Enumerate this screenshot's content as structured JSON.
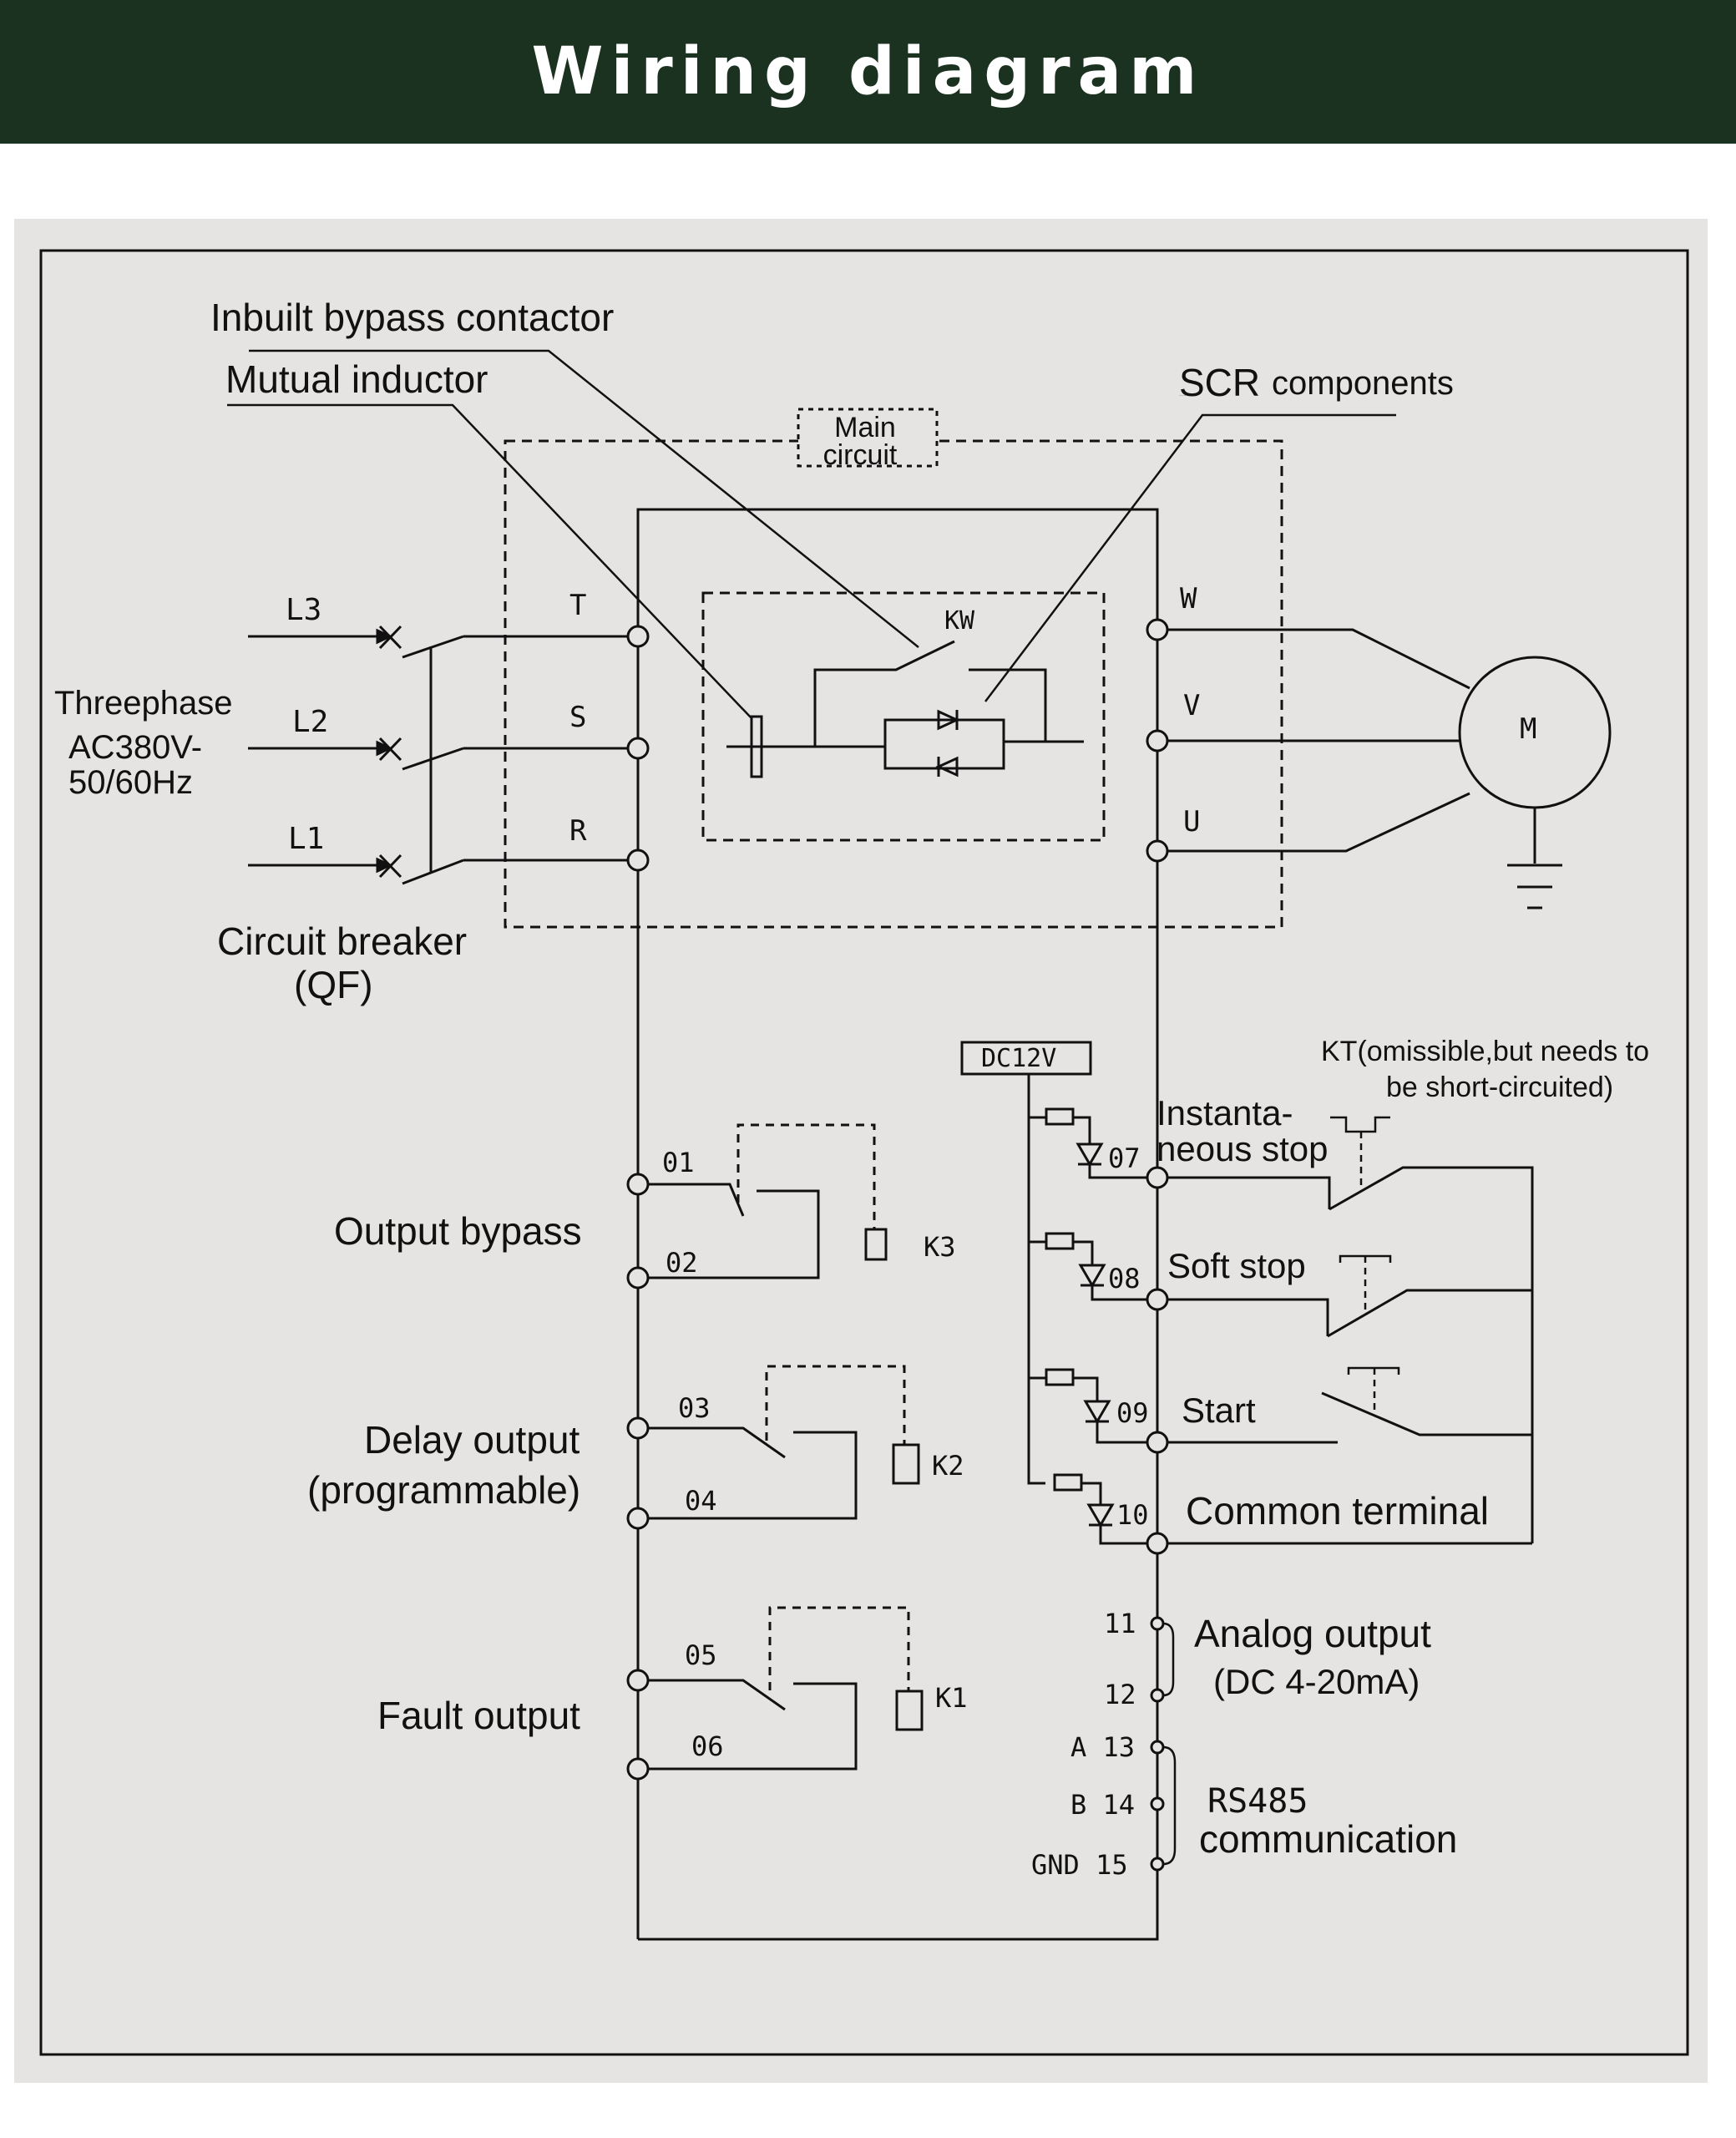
{
  "header": {
    "title": "Wiring diagram"
  },
  "colors": {
    "header_bg": "#1b3220",
    "panel_bg": "#e6e4e2",
    "line": "#111111"
  },
  "labels": {
    "inbuilt_bypass_contactor": "Inbuilt bypass contactor",
    "mutual_inductor": "Mutual inductor",
    "scr_components": "SCR components",
    "main_circuit_1": "Main",
    "main_circuit_2": "circuit",
    "kw": "KW",
    "threephase_1": "Threephase",
    "threephase_2": "AC380V-",
    "threephase_3": "50/60Hz",
    "l3": "L3",
    "l2": "L2",
    "l1": "L1",
    "t": "T",
    "s": "S",
    "r": "R",
    "w": "W",
    "v": "V",
    "u": "U",
    "motor": "M",
    "breaker_1": "Circuit breaker",
    "breaker_2": "(QF)",
    "dc12v": "DC12V",
    "kt_1": "KT(omissible,but needs to",
    "kt_2": "be short-circuited)",
    "inst_stop_1": "Instanta-",
    "inst_stop_2": "neous stop",
    "soft_stop": "Soft stop",
    "start": "Start",
    "common_terminal": "Common terminal",
    "output_bypass": "Output bypass",
    "delay_output_1": "Delay output",
    "delay_output_2": "(programmable)",
    "fault_output": "Fault output",
    "k3": "K3",
    "k2": "K2",
    "k1": "K1",
    "analog_output_1": "Analog output",
    "analog_output_2": "(DC 4-20mA)",
    "rs485_1": "RS485",
    "rs485_2": "communication",
    "a13": "A 13",
    "b14": "B 14",
    "gnd15": "GND 15",
    "t11": "11",
    "t12": "12"
  },
  "terminals_left": [
    "01",
    "02",
    "03",
    "04",
    "05",
    "06"
  ],
  "terminals_right": [
    "07",
    "08",
    "09",
    "10"
  ]
}
